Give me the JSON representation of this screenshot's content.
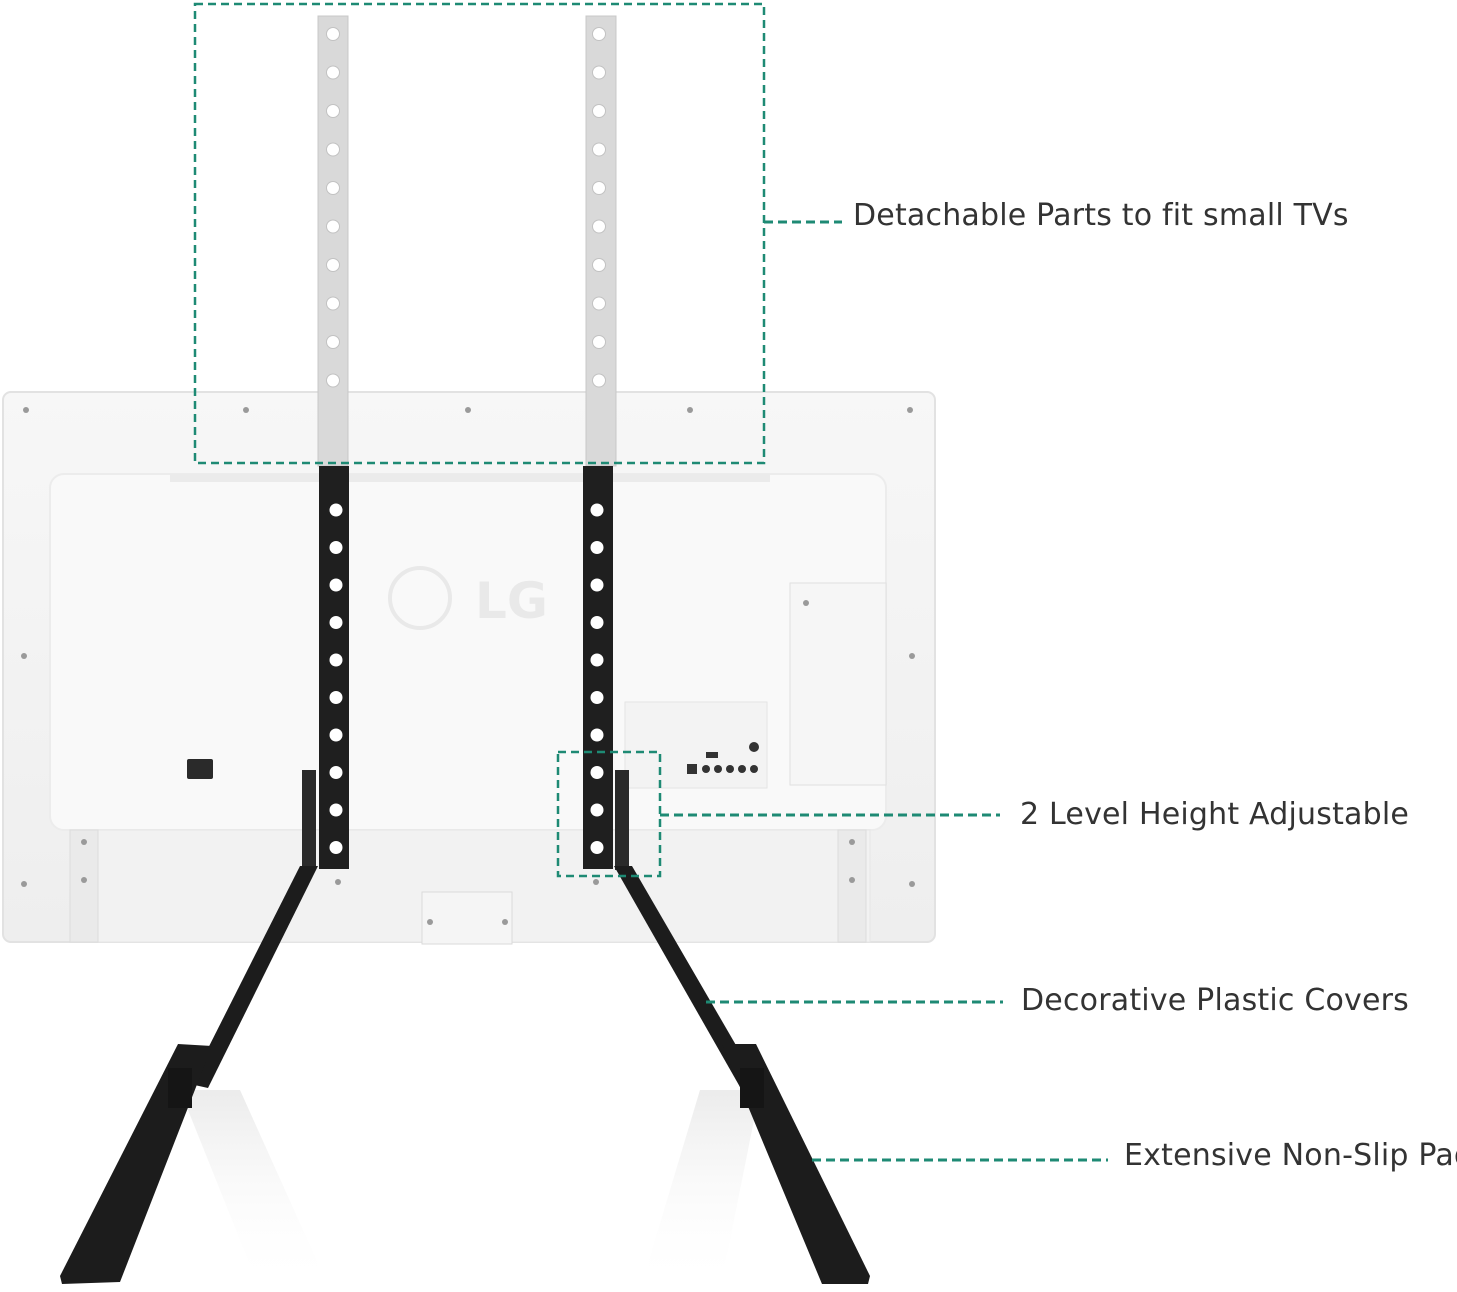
{
  "tv": {
    "brand": "LG"
  },
  "callouts": [
    {
      "label": "Detachable Parts to fit small TVs"
    },
    {
      "label": "2 Level Height Adjustable"
    },
    {
      "label": "Decorative Plastic Covers"
    },
    {
      "label": "Extensive Non-Slip Pad"
    }
  ],
  "colors": {
    "callout_line": "#1e8a74",
    "bracket_black": "#1f1f1f",
    "bracket_silver": "#d6d6d6",
    "tv_back": "#f4f4f4",
    "text": "#333333"
  }
}
